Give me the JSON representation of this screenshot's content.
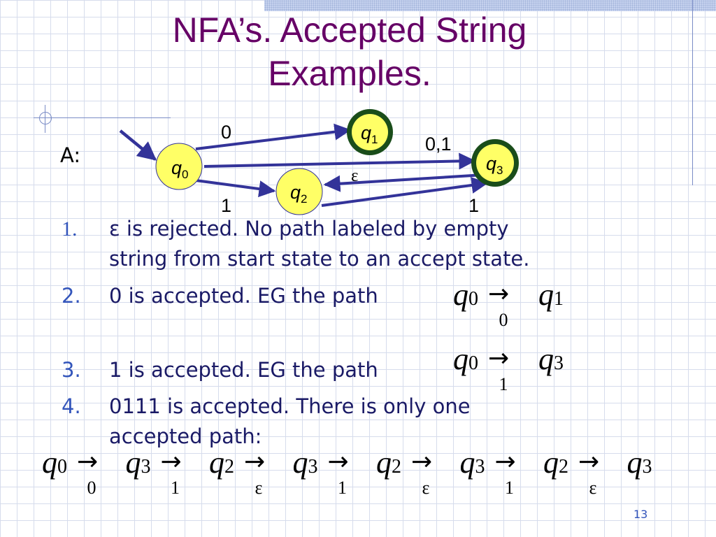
{
  "slide": {
    "title_line1": "NFA’s.  Accepted String",
    "title_line2": "Examples.",
    "automaton_label": "A:",
    "page_number": "13"
  },
  "diagram": {
    "states": [
      {
        "id": "q0",
        "base": "q",
        "sub": "0",
        "accept": false
      },
      {
        "id": "q1",
        "base": "q",
        "sub": "1",
        "accept": true
      },
      {
        "id": "q2",
        "base": "q",
        "sub": "2",
        "accept": false
      },
      {
        "id": "q3",
        "base": "q",
        "sub": "3",
        "accept": true
      }
    ],
    "transitions": [
      {
        "from": "q0",
        "to": "q1",
        "label": "0"
      },
      {
        "from": "q0",
        "to": "q3",
        "label": "0,1"
      },
      {
        "from": "q0",
        "to": "q2",
        "label": "1"
      },
      {
        "from": "q3",
        "to": "q2",
        "label": "ε"
      },
      {
        "from": "q2",
        "to": "q3",
        "label": "1"
      }
    ],
    "colors": {
      "state_fill": "#ffff66",
      "accept_ring": "#1a4d1a",
      "edge": "#333399"
    }
  },
  "items": [
    {
      "number": "1.",
      "lines": [
        "ε is rejected.  No path labeled by empty",
        "string from start state to an accept state."
      ]
    },
    {
      "number": "2.",
      "lines": [
        "0 is accepted.  EG the path"
      ]
    },
    {
      "number": "3.",
      "lines": [
        "1 is accepted.  EG the path"
      ]
    },
    {
      "number": "4.",
      "lines": [
        "0111 is accepted.  There is only one",
        "accepted path:"
      ]
    }
  ],
  "paths": {
    "path2": {
      "states": [
        "0",
        "1"
      ],
      "labels": [
        "0"
      ]
    },
    "path3": {
      "states": [
        "0",
        "3"
      ],
      "labels": [
        "1"
      ]
    },
    "path4": {
      "states": [
        "0",
        "3",
        "2",
        "3",
        "2",
        "3",
        "2",
        "3"
      ],
      "labels": [
        "0",
        "1",
        "ε",
        "1",
        "ε",
        "1",
        "ε"
      ]
    }
  },
  "math": {
    "state_letter": "q",
    "arrow": "→"
  }
}
